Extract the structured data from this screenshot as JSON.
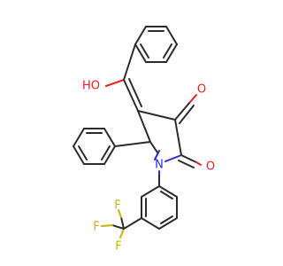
{
  "molecule": {
    "atoms": [
      {
        "id": "O_hydroxyl",
        "symbol": "O",
        "label": "HO",
        "color": "#e8231c"
      },
      {
        "id": "O_ketone",
        "symbol": "O",
        "label": "O",
        "color": "#e8231c"
      },
      {
        "id": "O_amide",
        "symbol": "O",
        "label": "O",
        "color": "#e8231c"
      },
      {
        "id": "N_ring",
        "symbol": "N",
        "label": "N",
        "color": "#2a2ad8"
      },
      {
        "id": "F1",
        "symbol": "F",
        "label": "F",
        "color": "#c8b400"
      },
      {
        "id": "F2",
        "symbol": "F",
        "label": "F",
        "color": "#c8b400"
      },
      {
        "id": "F3",
        "symbol": "F",
        "label": "F",
        "color": "#c8b400"
      }
    ],
    "colors": {
      "carbon_bond": "#2b2b2b",
      "oxygen": "#e8231c",
      "nitrogen": "#2a2ad8",
      "fluorine": "#c8b400"
    }
  }
}
